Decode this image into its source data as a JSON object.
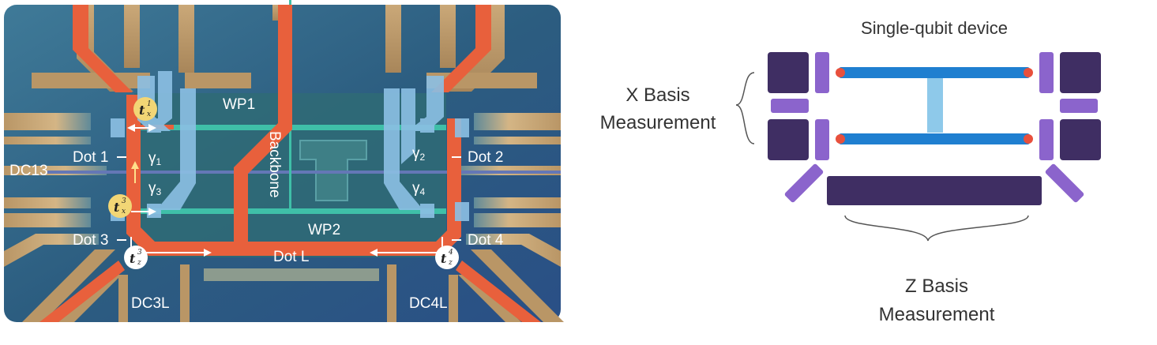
{
  "device": {
    "labels": {
      "wp1": "WP1",
      "wp2": "WP2",
      "backbone": "Backbone",
      "dot1": "Dot 1",
      "dot2": "Dot 2",
      "dot3": "Dot 3",
      "dot4": "Dot 4",
      "dotL": "Dot L",
      "dc13": "DC13",
      "dc3l": "DC3L",
      "dc4l": "DC4L",
      "gamma1": "γ",
      "gamma1_sub": "1",
      "gamma2": "γ",
      "gamma2_sub": "2",
      "gamma3": "γ",
      "gamma3_sub": "3",
      "gamma4": "γ",
      "gamma4_sub": "4"
    },
    "couplings": [
      {
        "name": "t",
        "sup": "1",
        "sub": "x"
      },
      {
        "name": "t",
        "sup": "3",
        "sub": "x"
      },
      {
        "name": "t",
        "sup": "3",
        "sub": "z"
      },
      {
        "name": "t",
        "sup": "4",
        "sub": "z"
      }
    ]
  },
  "schematic": {
    "title": "Single-qubit device",
    "x_basis_line1": "X Basis",
    "x_basis_line2": "Measurement",
    "z_basis_line1": "Z Basis",
    "z_basis_line2": "Measurement"
  },
  "colors": {
    "substrate": "#2a5577",
    "gate_gold": "#c8a672",
    "wire_orange": "#e8603c",
    "plunger_blue": "#8cc0e4",
    "teal_wire": "#3fbfa8",
    "schematic_dark": "#3f2e63",
    "schematic_purple": "#8b64cc",
    "schematic_blue": "#1f7fd0",
    "schematic_lightblue": "#8ec9ea",
    "schematic_red": "#e8503c"
  }
}
